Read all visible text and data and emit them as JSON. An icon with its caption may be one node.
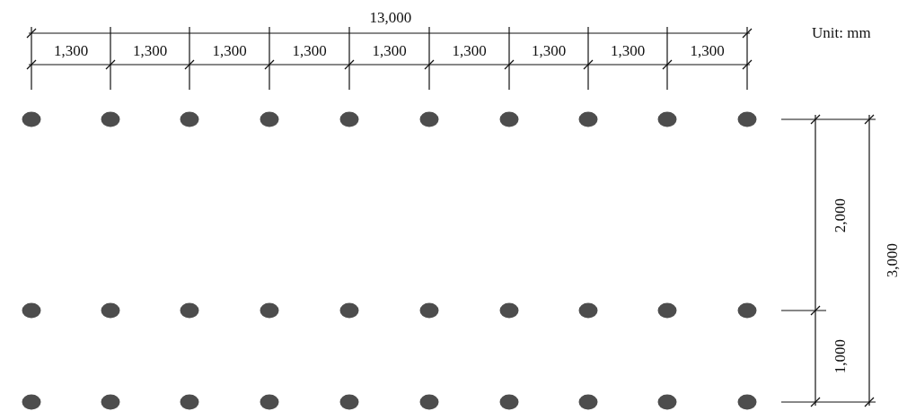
{
  "diagram": {
    "labels": [
      "13,000",
      "Unit: mm",
      "1,300",
      "1,300",
      "1,300",
      "1,300",
      "1,300",
      "1,300",
      "1,300",
      "1,300",
      "1,300",
      "2,000",
      "3,000",
      "1,000"
    ]
  }
}
